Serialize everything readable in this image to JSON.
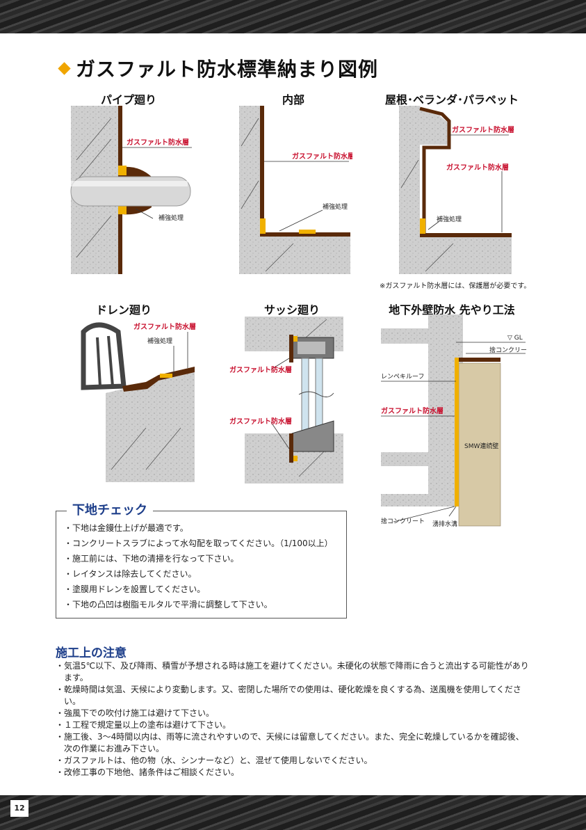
{
  "page": {
    "title": "ガスファルト防水標準納まり図例",
    "page_number": "12"
  },
  "diagrams": [
    {
      "caption": "パイプ廻り",
      "labels": [
        "ガスファルト防水層",
        "補強処理"
      ]
    },
    {
      "caption": "内部",
      "labels": [
        "ガスファルト防水層",
        "補強処理"
      ]
    },
    {
      "caption": "屋根･ベランダ･パラペット",
      "labels": [
        "ガスファルト防水層",
        "ガスファルト防水層",
        "補強処理"
      ],
      "note": "※ガスファルト防水層には、保護層が必要です。"
    },
    {
      "caption": "ドレン廻り",
      "labels": [
        "ガスファルト防水層",
        "補強処理"
      ]
    },
    {
      "caption": "サッシ廻り",
      "labels": [
        "ガスファルト防水層",
        "ガスファルト防水層"
      ]
    },
    {
      "caption": "地下外壁防水 先やり工法",
      "labels": [
        "▽ GL",
        "捨コンクリート",
        "レンペキルーフ",
        "ガスファルト防水層",
        "SMW連続壁",
        "捨コンクリート",
        "湧排水溝"
      ]
    }
  ],
  "check": {
    "title": "下地チェック",
    "items": [
      "・下地は金鏝仕上げが最適です。",
      "・コンクリートスラブによって水勾配を取ってください。（1/100以上）",
      "・施工前には、下地の清掃を行なって下さい。",
      "・レイタンスは除去してください。",
      "・塗膜用ドレンを設置してください。",
      "・下地の凸凹は樹脂モルタルで平滑に調整して下さい。"
    ]
  },
  "notes": {
    "title": "施工上の注意",
    "items": [
      "・気温5℃以下、及び降雨、積雪が予想される時は施工を避けてください。未硬化の状態で降雨に合うと流出する可能性があります。",
      "・乾燥時間は気温、天候により変動します。又、密閉した場所での使用は、硬化乾燥を良くする為、送風機を使用してください。",
      "・強風下での吹付け施工は避けて下さい。",
      "・１工程で規定量以上の塗布は避けて下さい。",
      "・施工後、3～4時間以内は、雨等に流されやすいので、天候には留意してください。また、完全に乾燥しているかを確認後、次の作業にお進み下さい。",
      "・ガスファルトは、他の物（水、シンナーなど）と、混ぜて使用しないでください。",
      "・改修工事の下地他、諸条件はご相談ください。"
    ]
  }
}
